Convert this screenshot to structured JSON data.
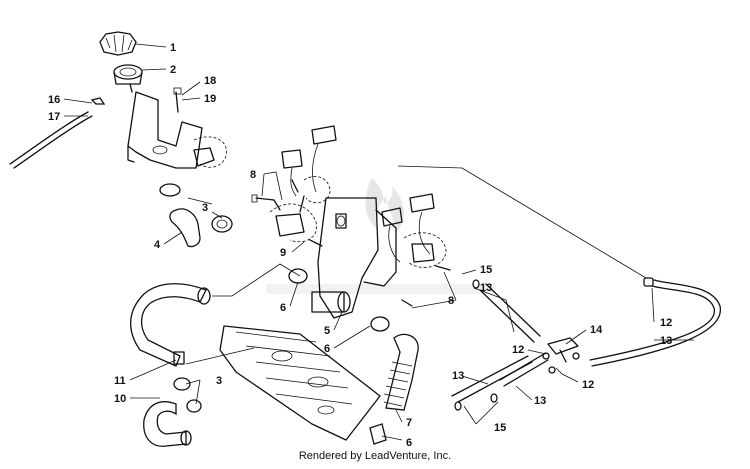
{
  "callouts": [
    {
      "id": "c1",
      "text": "1"
    },
    {
      "id": "c2",
      "text": "2"
    },
    {
      "id": "c18",
      "text": "18"
    },
    {
      "id": "c19",
      "text": "19"
    },
    {
      "id": "c16",
      "text": "16"
    },
    {
      "id": "c17",
      "text": "17"
    },
    {
      "id": "c8a",
      "text": "8"
    },
    {
      "id": "c3a",
      "text": "3"
    },
    {
      "id": "c4",
      "text": "4"
    },
    {
      "id": "c9",
      "text": "9"
    },
    {
      "id": "c6a",
      "text": "6"
    },
    {
      "id": "c5",
      "text": "5"
    },
    {
      "id": "c6b",
      "text": "6"
    },
    {
      "id": "c15a",
      "text": "15"
    },
    {
      "id": "c13a",
      "text": "13"
    },
    {
      "id": "c8b",
      "text": "8"
    },
    {
      "id": "c14",
      "text": "14"
    },
    {
      "id": "c12a",
      "text": "12"
    },
    {
      "id": "c12b",
      "text": "12"
    },
    {
      "id": "c13b",
      "text": "13"
    },
    {
      "id": "c12c",
      "text": "12"
    },
    {
      "id": "c11",
      "text": "11"
    },
    {
      "id": "c3b",
      "text": "3"
    },
    {
      "id": "c10",
      "text": "10"
    },
    {
      "id": "c13c",
      "text": "13"
    },
    {
      "id": "c13d",
      "text": "13"
    },
    {
      "id": "c7",
      "text": "7"
    },
    {
      "id": "c15b",
      "text": "15"
    },
    {
      "id": "c6c",
      "text": "6"
    }
  ],
  "footer": "Rendered by LeadVenture, Inc.",
  "colors": {
    "ink": "#111111",
    "background": "#ffffff",
    "watermark": "#e6e6e6"
  }
}
